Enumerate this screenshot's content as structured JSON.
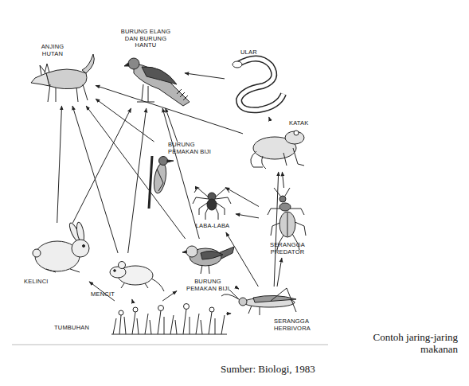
{
  "diagram": {
    "caption": "Contoh jaring-jaring makanan",
    "nodes": [
      {
        "text": [
          "ANJING HUTAN"
        ]
      },
      {
        "text": [
          "BURUNG ELANG DAN BURUNG HANTU"
        ]
      },
      {
        "text": [
          "ULAR"
        ]
      },
      {
        "text": [
          "KATAK"
        ]
      },
      {
        "text": [
          "BURUNG PEMAKAN BIJI"
        ]
      },
      {
        "text": [
          "LABA-LABA"
        ]
      },
      {
        "text": [
          "SERANGGA PREDATOR"
        ]
      },
      {
        "text": [
          "KELINCI"
        ]
      },
      {
        "text": [
          "MENCIT"
        ]
      },
      {
        "text": [
          "BURUNG PEMAKAN BIJI"
        ]
      },
      {
        "text": [
          "SERANGGA HERBIVORA"
        ]
      },
      {
        "text": [
          "TUMBUHAN"
        ]
      }
    ],
    "edges": [
      {
        "from": 11,
        "to": 7,
        "arrow": "to"
      },
      {
        "from": 11,
        "to": 8,
        "arrow": "to"
      },
      {
        "from": 11,
        "to": 9,
        "arrow": "to"
      },
      {
        "from": 11,
        "to": 10,
        "arrow": "to"
      },
      {
        "from": 7,
        "to": 0,
        "arrow": "to"
      },
      {
        "from": 7,
        "to": 1,
        "arrow": "to"
      },
      {
        "from": 8,
        "to": 0,
        "arrow": "to"
      },
      {
        "from": 8,
        "to": 1,
        "arrow": "to"
      },
      {
        "from": 9,
        "to": 0,
        "arrow": "to"
      },
      {
        "from": 9,
        "to": 1,
        "arrow": "to"
      },
      {
        "from": 4,
        "to": 0,
        "arrow": "to"
      },
      {
        "from": 4,
        "to": 1,
        "arrow": "to"
      },
      {
        "from": 10,
        "to": 9,
        "arrow": "to"
      },
      {
        "from": 10,
        "to": 5,
        "arrow": "to"
      },
      {
        "from": 10,
        "to": 6,
        "arrow": "to"
      },
      {
        "from": 10,
        "to": 3,
        "arrow": "to"
      },
      {
        "from": 6,
        "to": 5,
        "arrow": "to"
      },
      {
        "from": 6,
        "to": 3,
        "arrow": "to"
      },
      {
        "from": 6,
        "to": 4,
        "arrow": "to"
      },
      {
        "from": 5,
        "to": 4,
        "arrow": "to"
      },
      {
        "from": 3,
        "to": 2,
        "arrow": "to"
      },
      {
        "from": 2,
        "to": 1,
        "arrow": "to"
      },
      {
        "from": 3,
        "to": 0,
        "arrow": "to"
      }
    ],
    "labels": [
      "Sumber: Biologi, 1983"
    ]
  }
}
